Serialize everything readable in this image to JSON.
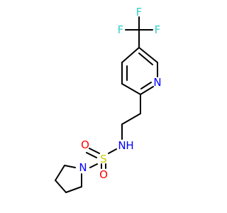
{
  "molecule": {
    "atoms": {
      "f_left": {
        "label": "F",
        "color": "#33CCCC"
      },
      "f_top": {
        "label": "F",
        "color": "#33CCCC"
      },
      "f_right": {
        "label": "F",
        "color": "#33CCCC"
      },
      "n_pyridine": {
        "label": "N",
        "color": "#0000FF"
      },
      "nh": {
        "label": "N",
        "color": "#0000FF"
      },
      "h_amide": {
        "label": "H",
        "color": "#0000FF"
      },
      "s": {
        "label": "S",
        "color": "#CCCC00"
      },
      "o_left": {
        "label": "O",
        "color": "#FF0000"
      },
      "o_bottom": {
        "label": "O",
        "color": "#FF0000"
      },
      "n_pyrrolidine": {
        "label": "N",
        "color": "#0000FF"
      }
    },
    "bond_color": "#000000"
  }
}
